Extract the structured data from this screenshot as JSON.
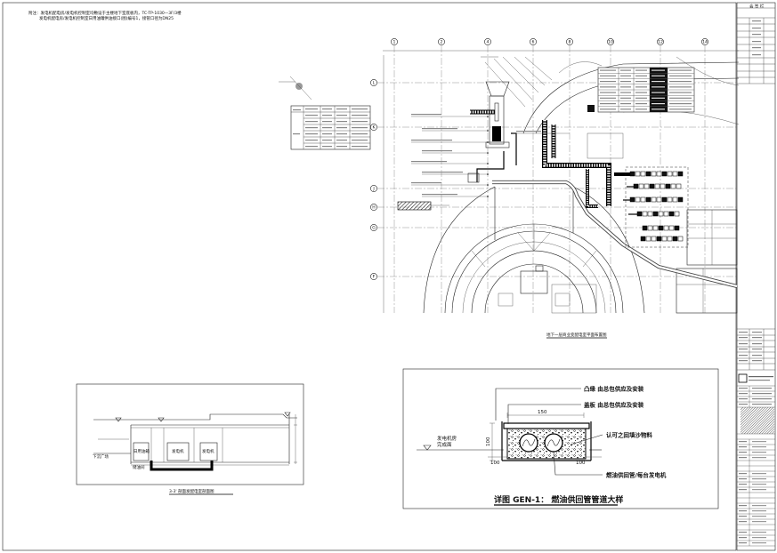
{
  "notes": {
    "line1": "附注：发电机配电房/发电机控制室均敷设于主楼地下室底板内，TC-TP-1030—3F/3楼",
    "line2": "发电机配电房/发电机控制室日用油罐供油接口(图)编号1，接管口径为DN25"
  },
  "plan": {
    "caption": "地下一层商业变配电室平面布置图",
    "grid_columns": [
      "1",
      "2",
      "4",
      "6",
      "8",
      "10",
      "12",
      "14"
    ],
    "grid_rows": [
      "L",
      "K",
      "J",
      "H",
      "G",
      "F"
    ]
  },
  "section": {
    "caption": "3-3' 剖面发配电室剖面图",
    "labels": {
      "plaza": "下沉广场",
      "oil_tank": "日用油箱",
      "oil_room": "储油间",
      "generator_1": "发电机",
      "generator_2": "发电机"
    }
  },
  "detail": {
    "title": "详图 GEN-1：  燃油供回管管道大样",
    "flange_note": "凸缘 由总包供应及安装",
    "cover_note": "盖板 由总包供应及安装",
    "backfill_note": "认可之回填沙物料",
    "pipe_note": "燃油供回管/每台发电机",
    "floor_label_1": "发电机房",
    "floor_label_2": "完成面",
    "dim_top": "150",
    "dim_left": "100",
    "dim_bottom_left": "100",
    "dim_bottom_right": "100"
  },
  "title_block": {
    "header": "会 签 栏"
  },
  "colors": {
    "line": "#222222",
    "background": "#ffffff"
  }
}
